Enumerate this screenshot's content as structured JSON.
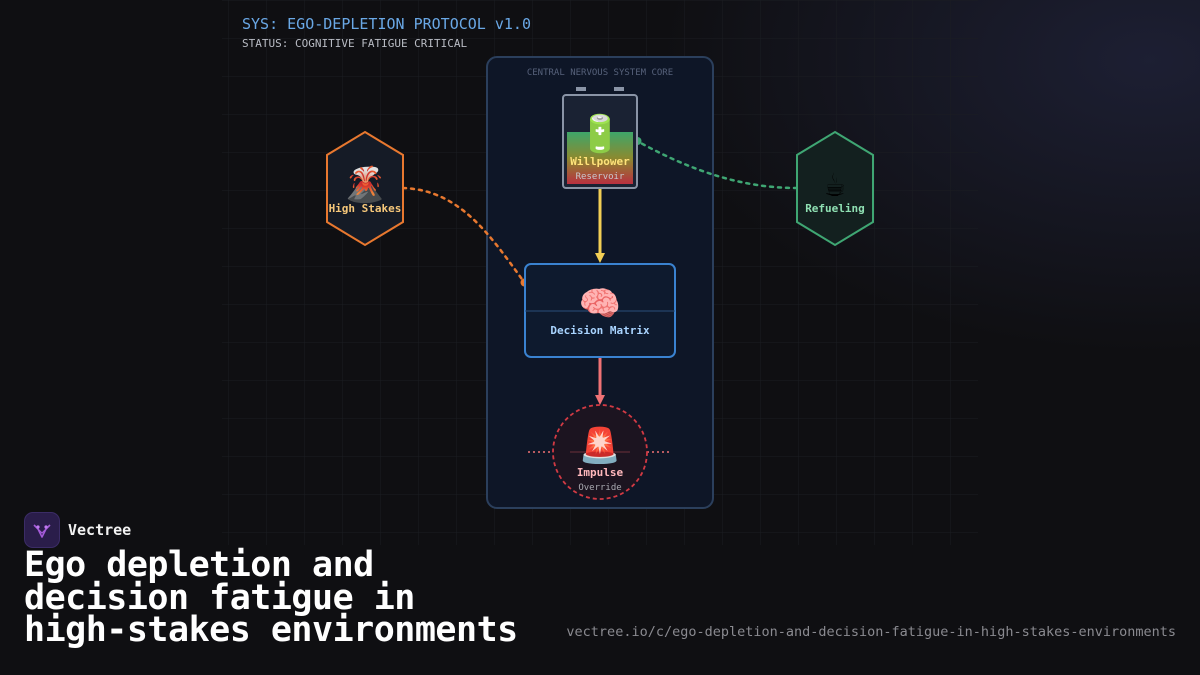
{
  "header": {
    "system_title": "SYS: EGO-DEPLETION PROTOCOL v1.0",
    "status": "STATUS: COGNITIVE FATIGUE CRITICAL"
  },
  "diagram": {
    "core_label": "CENTRAL NERVOUS SYSTEM CORE",
    "nodes": {
      "high_stakes": {
        "emoji": "🌋",
        "label": "High Stakes"
      },
      "refueling": {
        "emoji": "☕",
        "label": "Refueling"
      },
      "willpower": {
        "emoji": "🔋",
        "label": "Willpower",
        "sublabel": "Reservoir"
      },
      "decision": {
        "emoji": "🧠",
        "label": "Decision Matrix"
      },
      "impulse": {
        "emoji": "🚨",
        "label": "Impulse",
        "sublabel": "Override"
      }
    },
    "colors": {
      "stress": "#e8782f",
      "recovery": "#3fa673",
      "willpower_flow": "#f2cf55",
      "impulse_flow": "#f07275",
      "decision_border": "#3a82d0",
      "core_border": "#2b3f5c"
    }
  },
  "brand": {
    "name": "Vectree"
  },
  "title": {
    "lines": [
      "Ego depletion and",
      "decision fatigue in",
      "high-stakes environments"
    ]
  },
  "url": "vectree.io/c/ego-depletion-and-decision-fatigue-in-high-stakes-environments"
}
